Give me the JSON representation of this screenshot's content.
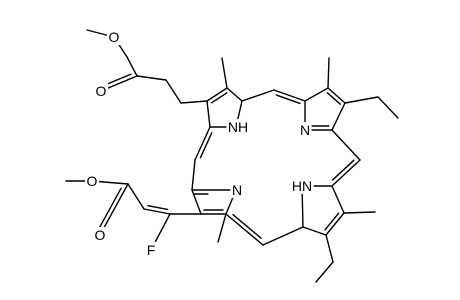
{
  "colors": {
    "background": "#ffffff",
    "ink": "#000000"
  },
  "molecule": {
    "atom_labels": {
      "o_methoxy_upper": "O",
      "o_carbonyl_upper": "O",
      "o_methoxy_lower": "O",
      "o_carbonyl_lower": "O",
      "fluorine": "F",
      "nh_upper": "NH",
      "n_right": "N",
      "n_lower": "N",
      "hn_lower": "HN"
    }
  }
}
